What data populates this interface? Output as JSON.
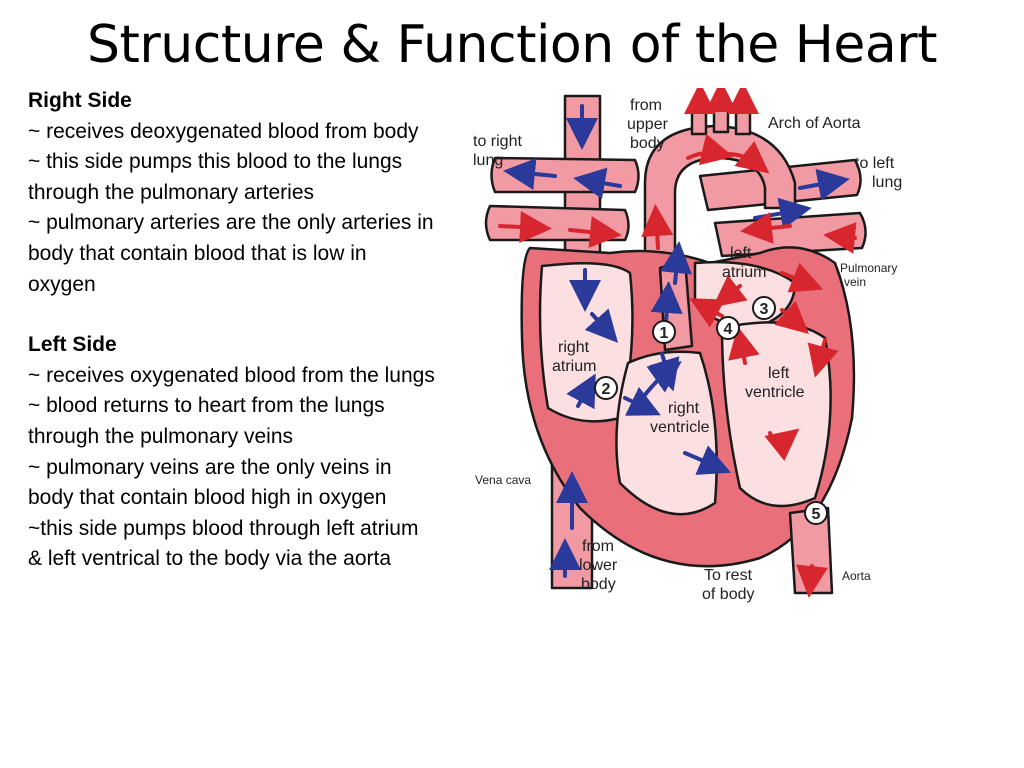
{
  "title": "Structure & Function of the Heart",
  "right_side": {
    "heading": "Right Side",
    "lines": [
      "~ receives deoxygenated blood from body",
      "~ this side pumps this blood to the lungs through the pulmonary arteries",
      "~ pulmonary arteries are the only arteries in body that contain blood that is low in oxygen"
    ]
  },
  "left_side": {
    "heading": "Left Side",
    "lines": [
      "~ receives oxygenated blood from the lungs",
      "~ blood returns to heart from the lungs through the pulmonary veins",
      "~ pulmonary veins are the only veins in body that contain blood high in oxygen",
      "~this side pumps blood through left atrium & left ventrical to the body via the aorta"
    ]
  },
  "diagram": {
    "labels": {
      "from_upper_1": "from",
      "from_upper_2": "upper",
      "from_upper_3": "body",
      "arch": "Arch of Aorta",
      "to_right_1": "to right",
      "to_right_2": "lung",
      "to_left_1": "to left",
      "to_left_2": "lung",
      "left_atrium_1": "left",
      "left_atrium_2": "atrium",
      "pulm_vein_1": "Pulmonary",
      "pulm_vein_2": "vein",
      "right_atrium_1": "right",
      "right_atrium_2": "atrium",
      "left_ventricle_1": "left",
      "left_ventricle_2": "ventricle",
      "right_ventricle_1": "right",
      "right_ventricle_2": "ventricle",
      "vena_cava": "Vena cava",
      "from_lower_1": "from",
      "from_lower_2": "lower",
      "from_lower_3": "body",
      "rest_1": "To rest",
      "rest_2": "of body",
      "aorta": "Aorta"
    },
    "steps": [
      "1",
      "2",
      "3",
      "4",
      "5"
    ],
    "colors": {
      "outline": "#1a1a1a",
      "wall": "#e9707a",
      "chamber": "#fbdfe1",
      "vessel": "#f19aa3",
      "red_arrow": "#d8262f",
      "blue_arrow": "#2b3a9a"
    }
  }
}
